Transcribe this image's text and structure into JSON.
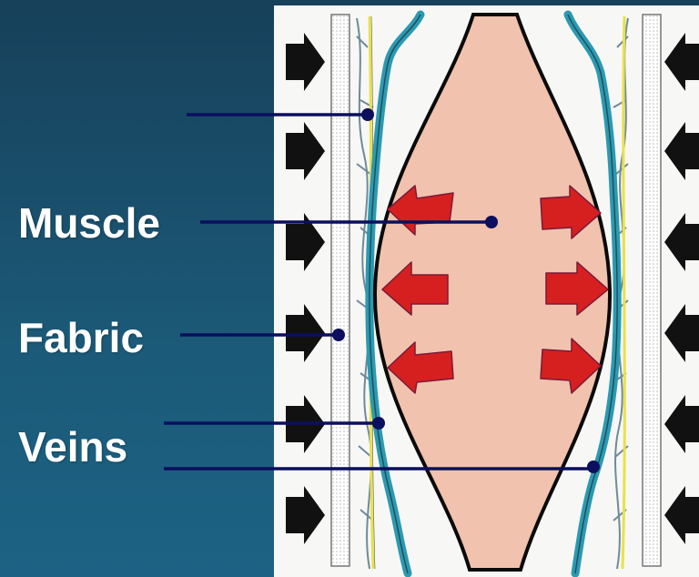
{
  "labels": {
    "muscle": "Muscle",
    "fabric": "Fabric",
    "veins": "Veins"
  },
  "colors": {
    "background": "#1b5a78",
    "panel": "#f7f7f5",
    "muscle_fill": "#f1c2ad",
    "vein": "#2b9ab0",
    "nerve": "#e8e24a",
    "pressure_arrow": "#d62020",
    "compression_arrow": "#111111",
    "leader_line": "#0b0f5e",
    "label_text": "#ffffff"
  },
  "icons": {
    "outward_arrows": "red-outward-arrow",
    "inward_arrows": "black-compression-arrow"
  }
}
